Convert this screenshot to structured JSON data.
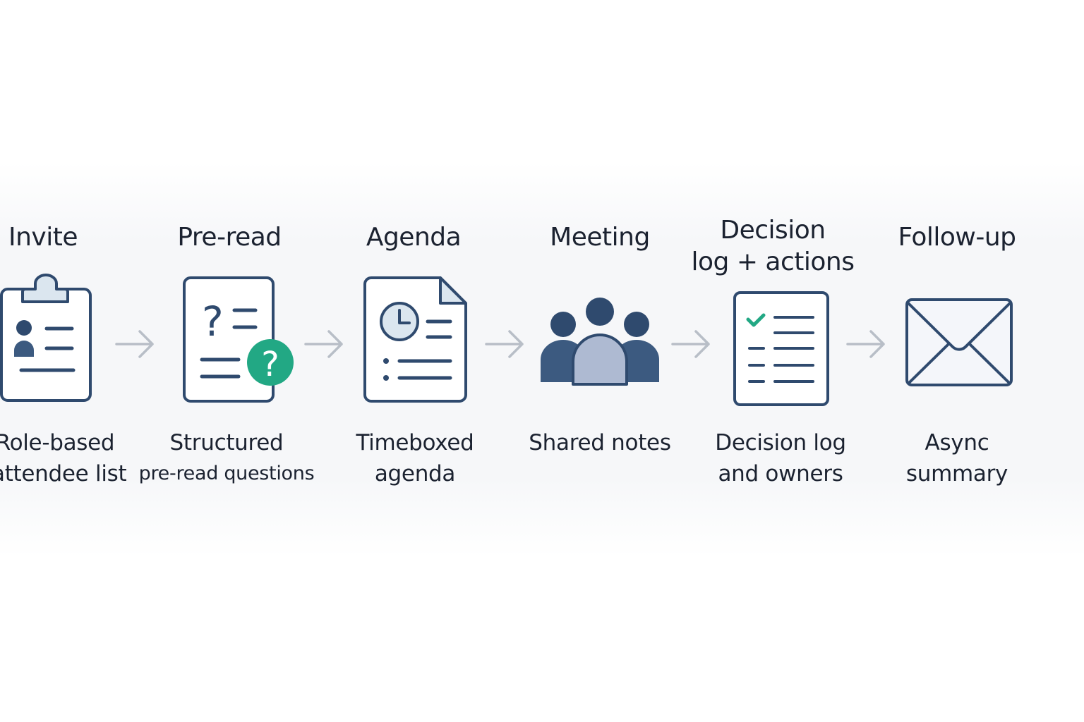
{
  "steps": [
    {
      "title_lines": [
        "Invite"
      ],
      "caption_lines": [
        "Role-based",
        "attendee list"
      ],
      "icon": "clipboard-attendee-icon"
    },
    {
      "title_lines": [
        "Pre-read"
      ],
      "caption_lines": [
        "Structured",
        "pre-read questions"
      ],
      "icon": "question-document-icon"
    },
    {
      "title_lines": [
        "Agenda"
      ],
      "caption_lines": [
        "Timeboxed",
        "agenda"
      ],
      "icon": "clock-document-icon"
    },
    {
      "title_lines": [
        "Meeting"
      ],
      "caption_lines": [
        "Shared notes"
      ],
      "icon": "people-group-icon"
    },
    {
      "title_lines": [
        "Decision",
        "log + actions"
      ],
      "caption_lines": [
        "Decision log",
        "and owners"
      ],
      "icon": "checklist-icon"
    },
    {
      "title_lines": [
        "Follow-up"
      ],
      "caption_lines": [
        "Async",
        "summary"
      ],
      "icon": "envelope-icon"
    }
  ],
  "connectors": [
    "arrow-right-icon",
    "arrow-right-icon",
    "arrow-right-icon",
    "arrow-right-icon",
    "arrow-right-icon"
  ],
  "colors": {
    "navy": "#2f4a6e",
    "navy_fill": "#3c5a80",
    "light_blue": "#dbe6ef",
    "lavender": "#aebad2",
    "green": "#22a884",
    "arrow": "#b8bec7",
    "background_band": "#f6f7f9"
  }
}
